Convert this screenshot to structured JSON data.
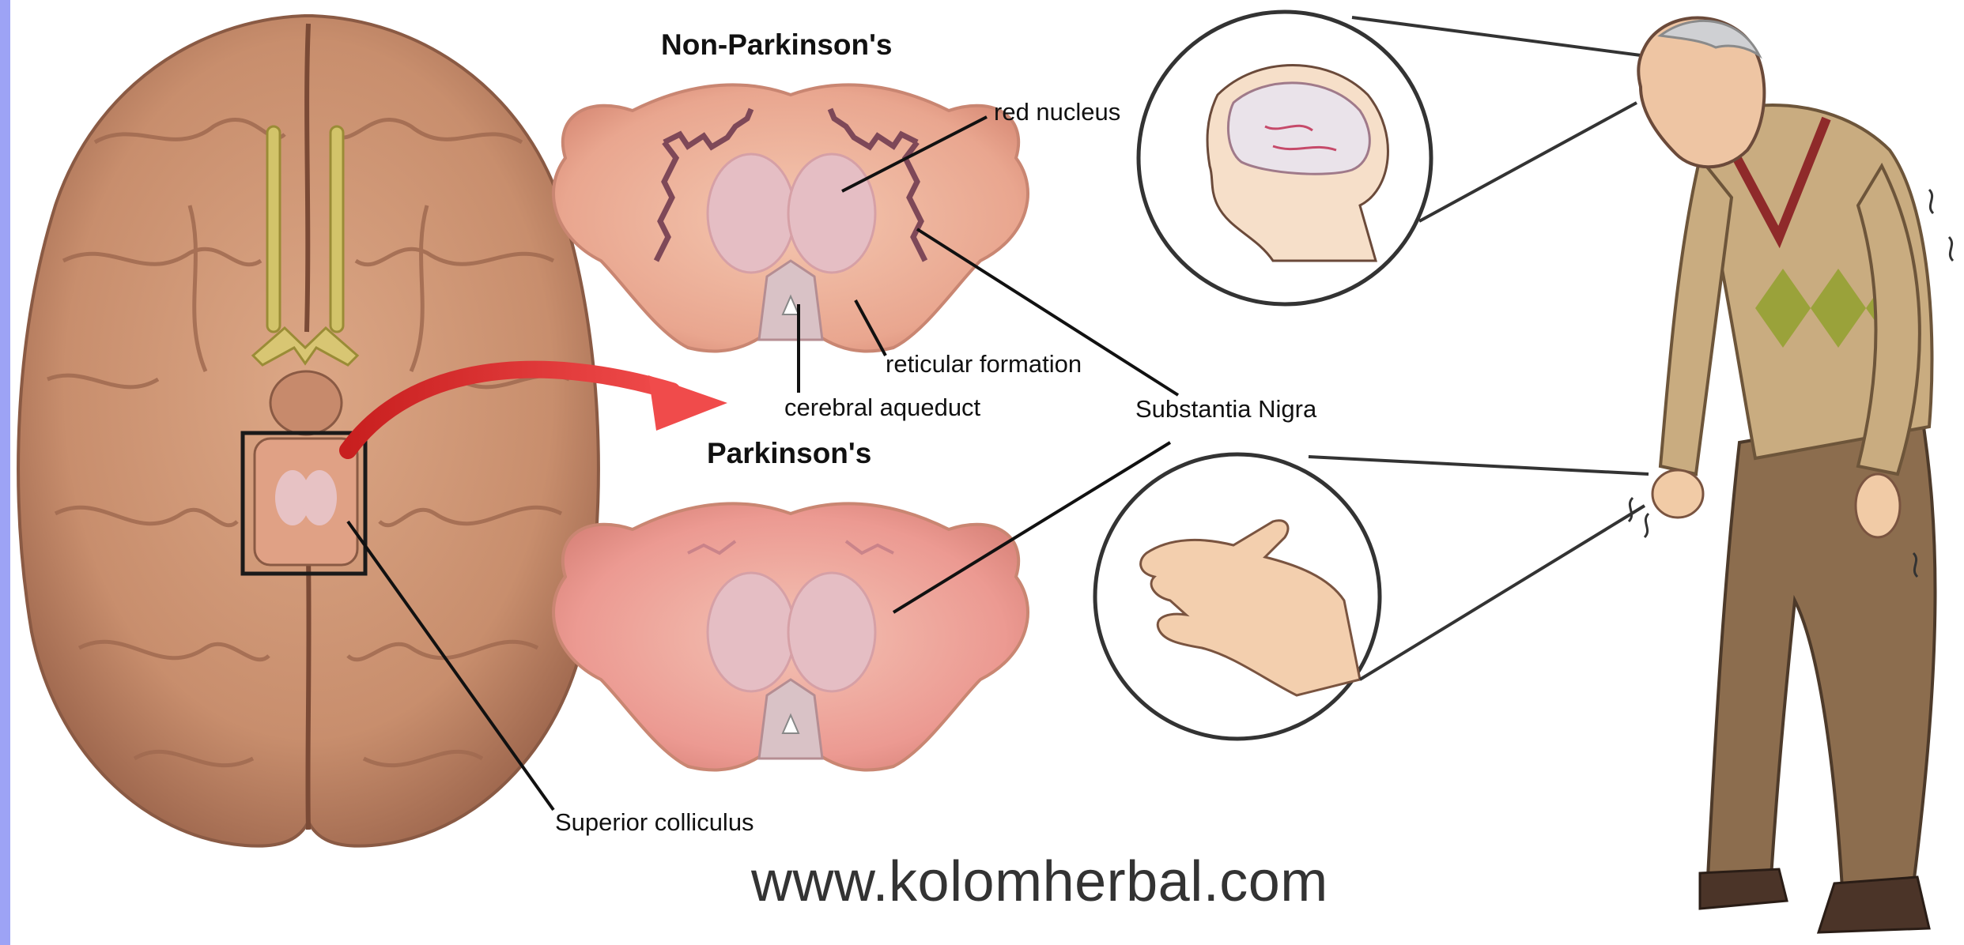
{
  "labels": {
    "non_parkinsons": "Non-Parkinson's",
    "parkinsons": "Parkinson's",
    "red_nucleus": "red nucleus",
    "reticular_formation": "reticular formation",
    "cerebral_aqueduct": "cerebral aqueduct",
    "substantia_nigra": "Substantia Nigra",
    "superior_colliculus": "Superior colliculus"
  },
  "website": "www.kolomherbal.com",
  "colors": {
    "brain": "#cf9b7a",
    "brain_shadow": "#a8715a",
    "slice": "#eaa890",
    "slice_inner": "#e3b9bf",
    "nigra_band": "#8a5060",
    "arrow": "#e53b3b",
    "left_accent": "#9da3f5"
  }
}
